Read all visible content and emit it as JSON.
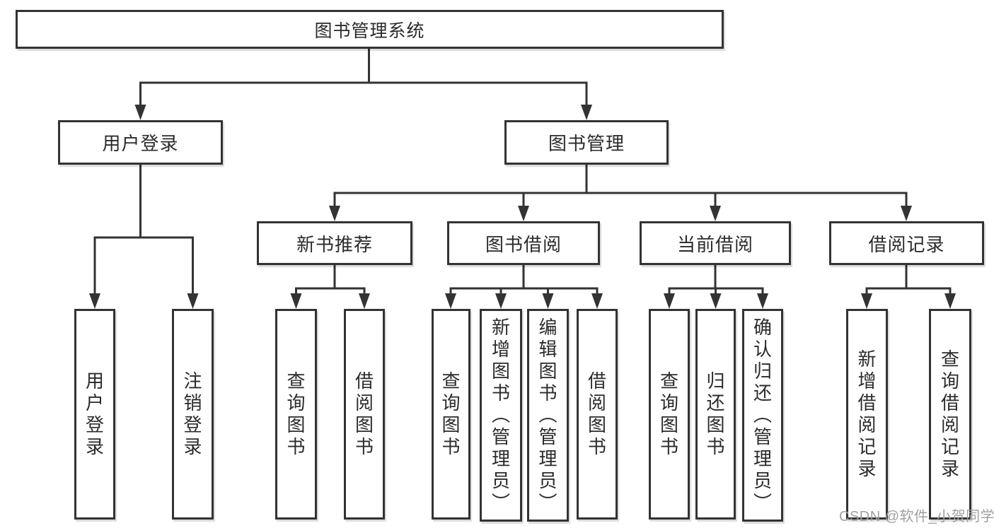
{
  "tree": {
    "label": "图书管理系统",
    "children": [
      {
        "label": "用户登录",
        "children": [
          {
            "label": "用户登录"
          },
          {
            "label": "注销登录"
          }
        ]
      },
      {
        "label": "图书管理",
        "children": [
          {
            "label": "新书推荐",
            "children": [
              {
                "label": "查询图书"
              },
              {
                "label": "借阅图书"
              }
            ]
          },
          {
            "label": "图书借阅",
            "children": [
              {
                "label": "查询图书"
              },
              {
                "label": "新增图书（管理员）"
              },
              {
                "label": "编辑图书（管理员）"
              },
              {
                "label": "借阅图书"
              }
            ]
          },
          {
            "label": "当前借阅",
            "children": [
              {
                "label": "查询图书"
              },
              {
                "label": "归还图书"
              },
              {
                "label": "确认归还（管理员）"
              }
            ]
          },
          {
            "label": "借阅记录",
            "children": [
              {
                "label": "新增借阅记录"
              },
              {
                "label": "查询借阅记录"
              }
            ]
          }
        ]
      }
    ]
  },
  "watermark": {
    "text": "CSDN @软件_小贺同学"
  },
  "colors": {
    "line": "#333333",
    "text": "#2b2b2b",
    "box_background": "#ffffff",
    "page_background": "#ffffff",
    "watermark": "#a0a0a0"
  }
}
